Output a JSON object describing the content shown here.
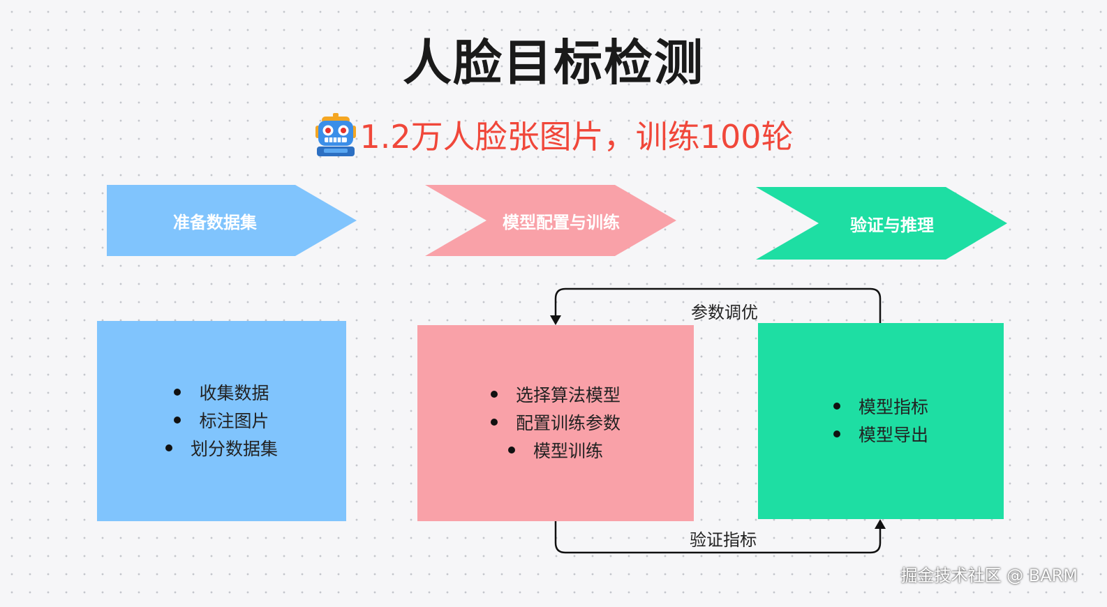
{
  "title": "人脸目标检测",
  "subtitle": {
    "icon": "robot-icon",
    "text": "1.2万人脸张图片，训练100轮"
  },
  "stages": [
    {
      "label": "准备数据集",
      "color": "#80c4fd",
      "items": [
        "收集数据",
        "标注图片",
        "划分数据集"
      ]
    },
    {
      "label": "模型配置与训练",
      "color": "#f9a1a8",
      "items": [
        "选择算法模型",
        "配置训练参数",
        "模型训练"
      ]
    },
    {
      "label": "验证与推理",
      "color": "#1edea3",
      "items": [
        "模型指标",
        "模型导出"
      ]
    }
  ],
  "flows": {
    "top": "参数调优",
    "bottom": "验证指标"
  },
  "watermark": "掘金技术社区 @ BARM"
}
